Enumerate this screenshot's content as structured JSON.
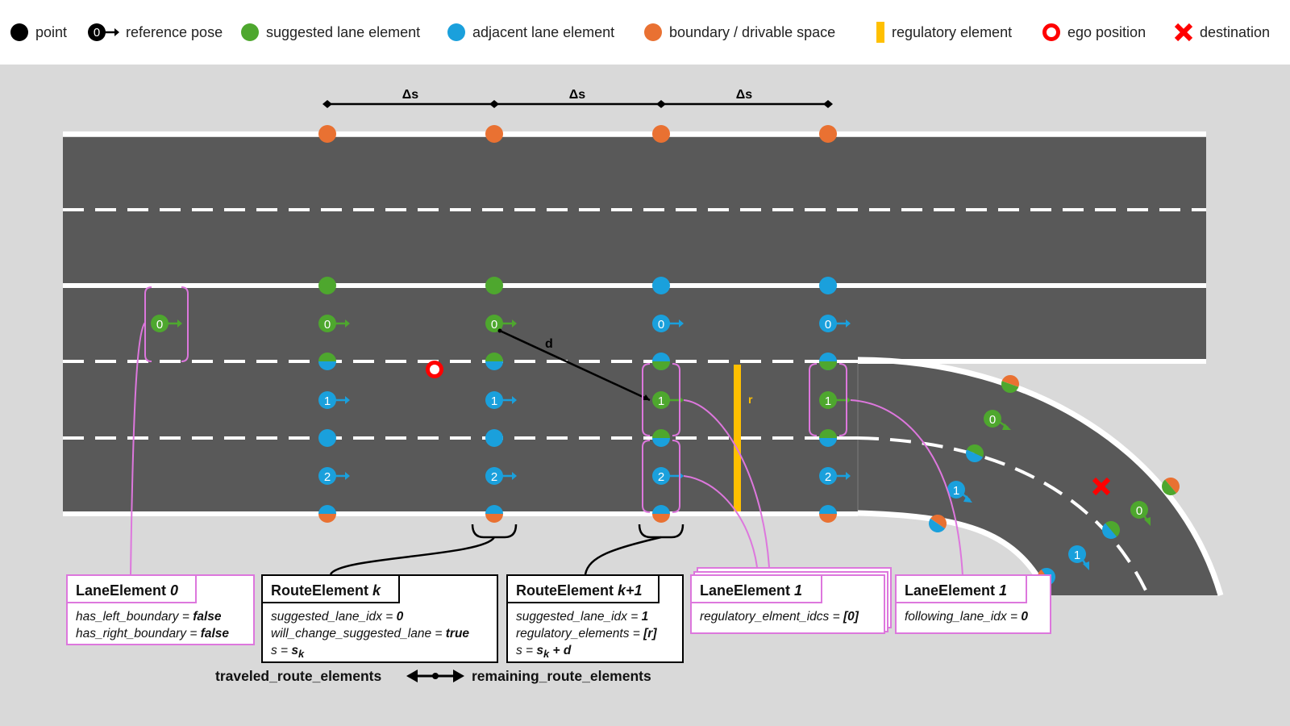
{
  "legend": [
    {
      "label": "point",
      "symbol": "point"
    },
    {
      "label": "reference pose",
      "symbol": "reference-pose",
      "glyph": "0"
    },
    {
      "label": "suggested lane element",
      "symbol": "circle",
      "color": "#4ea72e"
    },
    {
      "label": "adjacent lane element",
      "symbol": "circle",
      "color": "#1aa0dc"
    },
    {
      "label": "boundary / drivable space",
      "symbol": "circle",
      "color": "#e97132"
    },
    {
      "label": "regulatory element",
      "symbol": "bar",
      "color": "#ffc000"
    },
    {
      "label": "ego position",
      "symbol": "ring",
      "color": "#ff0000"
    },
    {
      "label": "destination",
      "symbol": "cross",
      "color": "#ff0000"
    }
  ],
  "colors": {
    "road": "#595959",
    "suggested": "#4ea72e",
    "adjacent": "#1aa0dc",
    "boundary": "#e97132",
    "regulatory": "#ffc000",
    "ego": "#ff0000",
    "destination": "#ff0000",
    "connector": "#dd77dd"
  },
  "diagram": {
    "delta_label": "Δs",
    "distance_label": "d",
    "regulatory_label": "r",
    "pose_indices": [
      "0",
      "1",
      "2"
    ]
  },
  "boxes": {
    "lane0": {
      "title": "LaneElement 0",
      "title_plain": "LaneElement ",
      "title_idx": "0",
      "lines": [
        {
          "key": "has_left_boundary",
          "val": "false"
        },
        {
          "key": "has_right_boundary",
          "val": "false"
        }
      ]
    },
    "route_k": {
      "title_plain": "RouteElement ",
      "title_idx": "k",
      "lines": [
        {
          "key": "suggested_lane_idx",
          "val": "0"
        },
        {
          "key": "will_change_suggested_lane",
          "val": "true"
        },
        {
          "key": "s",
          "val": "s",
          "sub": "k"
        }
      ]
    },
    "route_k1": {
      "title_plain": "RouteElement ",
      "title_idx": "k+1",
      "lines": [
        {
          "key": "suggested_lane_idx",
          "val": "1"
        },
        {
          "key": "regulatory_elements",
          "val": "[r]"
        },
        {
          "key": "s",
          "val": "s",
          "sub": "k",
          "suffix": " + d"
        }
      ]
    },
    "lane1_reg": {
      "title_plain": "LaneElement ",
      "title_idx": "1",
      "stack_idx": "2",
      "lines": [
        {
          "key": "regulatory_elment_idcs",
          "val": "[0]"
        }
      ]
    },
    "lane1_follow": {
      "title_plain": "LaneElement ",
      "title_idx": "1",
      "lines": [
        {
          "key": "following_lane_idx",
          "val": "0"
        }
      ]
    }
  },
  "navigation": {
    "traveled": "traveled_route_elements",
    "remaining": "remaining_route_elements"
  }
}
